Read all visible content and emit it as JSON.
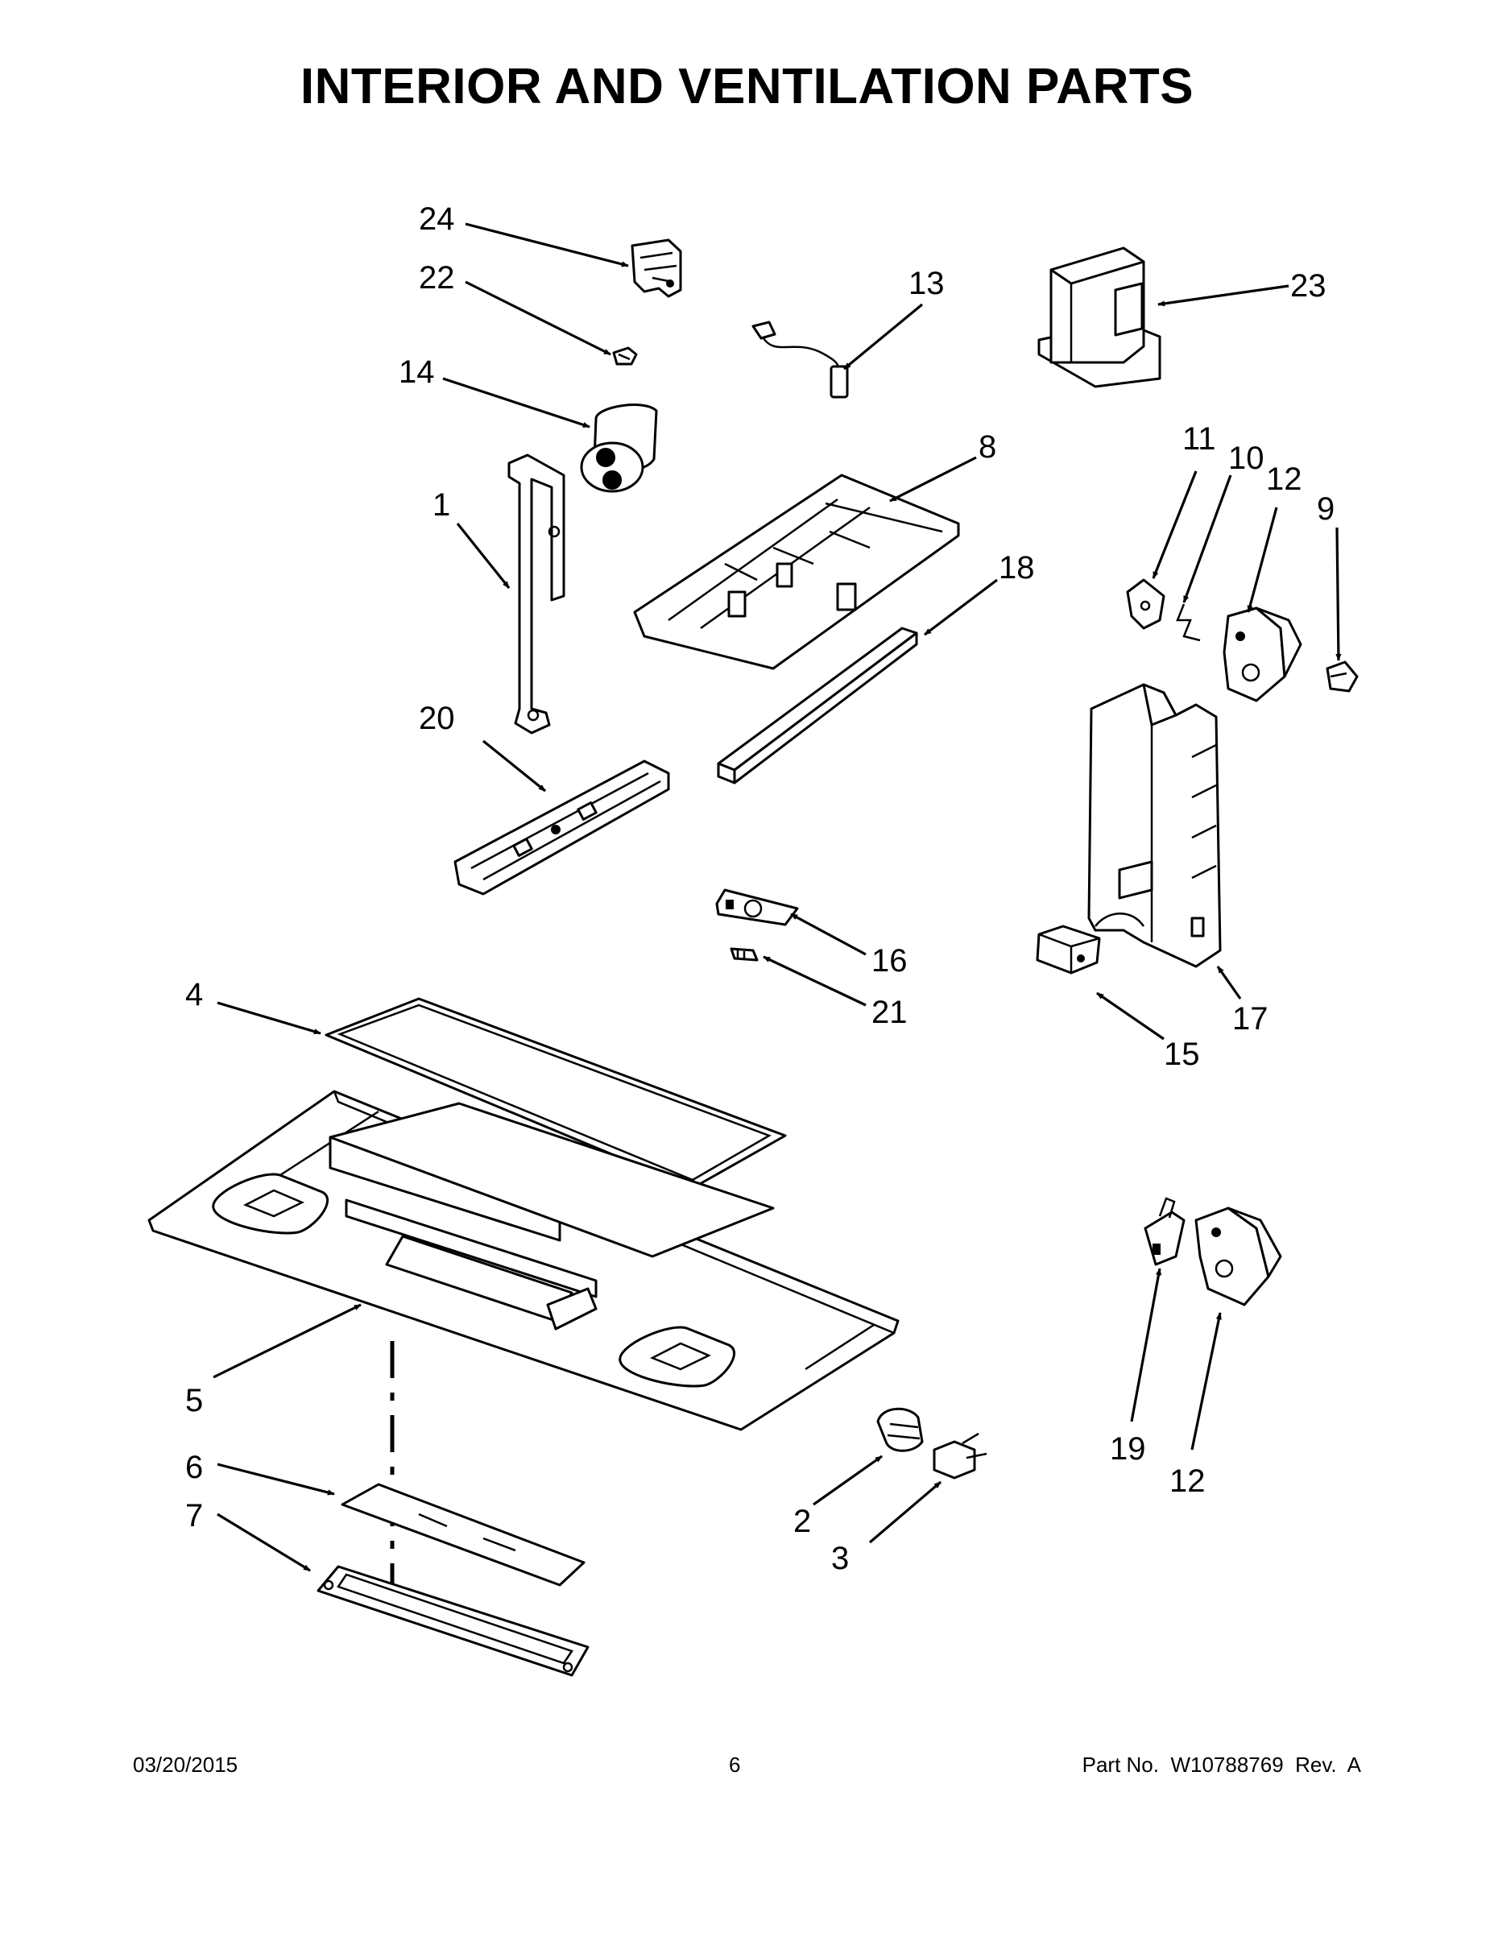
{
  "title": "INTERIOR AND VENTILATION PARTS",
  "callouts": {
    "c1": "1",
    "c2": "2",
    "c3": "3",
    "c4": "4",
    "c5": "5",
    "c6": "6",
    "c7": "7",
    "c8": "8",
    "c9": "9",
    "c10": "10",
    "c11": "11",
    "c12a": "12",
    "c12b": "12",
    "c13": "13",
    "c14": "14",
    "c15": "15",
    "c16": "16",
    "c17": "17",
    "c18": "18",
    "c19": "19",
    "c20": "20",
    "c21": "21",
    "c22": "22",
    "c23": "23",
    "c24": "24"
  },
  "footer": {
    "date": "03/20/2015",
    "page": "6",
    "part_no": "Part No.  W10788769  Rev.  A"
  }
}
